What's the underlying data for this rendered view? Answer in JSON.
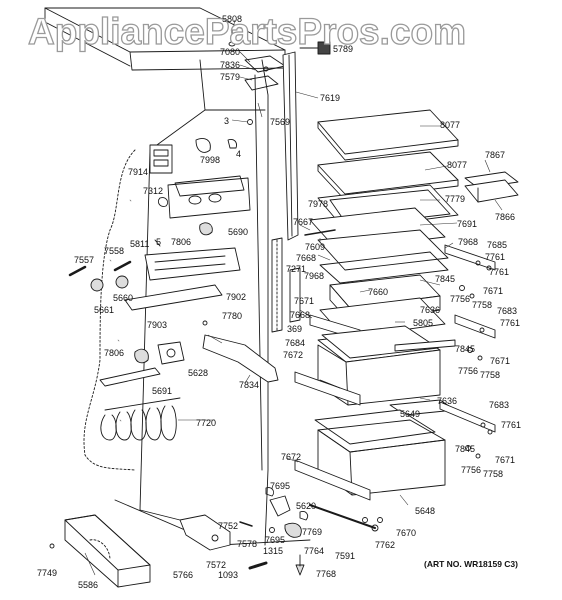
{
  "watermark": "AppliancePartsPros.com",
  "art_number": "(ART NO. WR18159 C3)",
  "labels": {
    "l5808": "5808",
    "l7080": "7080",
    "l7836": "7836",
    "l7579": "7579",
    "l5789": "5789",
    "l7619": "7619",
    "l3": "3",
    "l7569": "7569",
    "l8077a": "8077",
    "l7998": "7998",
    "l4": "4",
    "l7914": "7914",
    "l8077b": "8077",
    "l7867": "7867",
    "l7312": "7312",
    "l7779": "7779",
    "l7978": "7978",
    "l7866": "7866",
    "l7691": "7691",
    "l7667a": "7667",
    "l5690": "5690",
    "l5811": "5811",
    "l7806a": "7806",
    "l5": "5",
    "l7609": "7609",
    "l7968a": "7968",
    "l7685": "7685",
    "l7558": "7558",
    "l7668a": "7668",
    "l7761a": "7761",
    "l7557": "7557",
    "l7271": "7271",
    "l7968b": "7968",
    "l7845a": "7845",
    "l7761b": "7761",
    "l7660": "7660",
    "l7671a": "7671",
    "l5660": "5660",
    "l7902": "7902",
    "l7756a": "7756",
    "l7758a": "7758",
    "l5661": "5661",
    "l7671b": "7671",
    "l7636a": "7636",
    "l7683a": "7683",
    "l7903": "7903",
    "l7780": "7780",
    "l7668b": "7668",
    "l5805": "5805",
    "l7761c": "7761",
    "l369": "369",
    "l7684": "7684",
    "l7806b": "7806",
    "l7672a": "7672",
    "l7845b": "7845",
    "l5628": "5628",
    "l7671c": "7671",
    "l7834": "7834",
    "l7756b": "7756",
    "l7758b": "7758",
    "l5691": "5691",
    "l7636b": "7636",
    "l7683b": "7683",
    "l5649": "5649",
    "l7720": "7720",
    "l7761d": "7761",
    "l7845c": "7845",
    "l7671d": "7671",
    "l7756c": "7756",
    "l7758c": "7758",
    "l7672b": "7672",
    "l7695a": "7695",
    "l5648": "5648",
    "l5620": "5620",
    "l7752": "7752",
    "l7769": "7769",
    "l7670": "7670",
    "l7578": "7578",
    "l7695b": "7695",
    "l7762": "7762",
    "l1315": "1315",
    "l7764": "7764",
    "l7591": "7591",
    "l7572": "7572",
    "l7749": "7749",
    "l5766": "5766",
    "l1093": "1093",
    "l7768": "7768",
    "l5586": "5586"
  }
}
